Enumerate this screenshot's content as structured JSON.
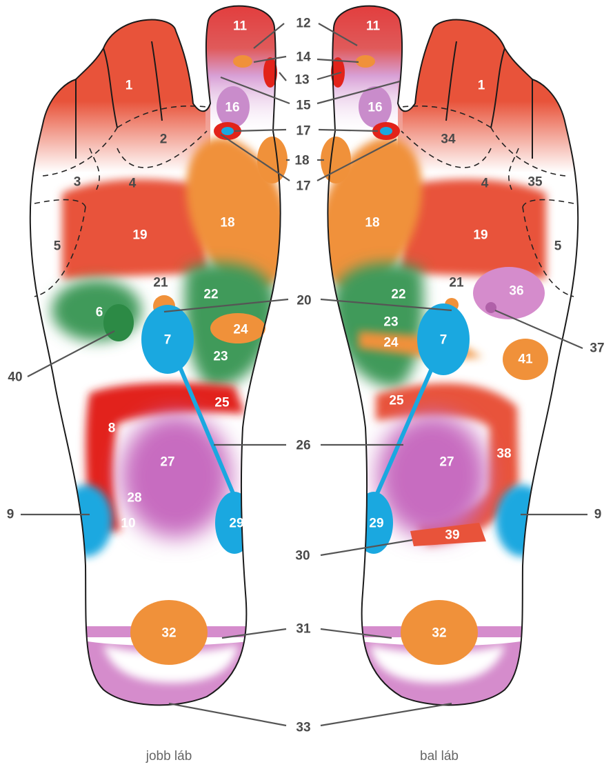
{
  "captions": {
    "right_foot": "jobb láb",
    "left_foot": "bal láb"
  },
  "colors": {
    "red": "#e8533a",
    "deep_red": "#e2231a",
    "orange": "#f0913a",
    "green": "#3f9a5a",
    "blue": "#1aa8e0",
    "pink": "#d58ccc",
    "outline": "#1a1a1a",
    "leader": "#555555"
  },
  "zones": {
    "z1": "1",
    "z2": "2",
    "z3": "3",
    "z4": "4",
    "z5": "5",
    "z6": "6",
    "z7": "7",
    "z8": "8",
    "z9": "9",
    "z10": "10",
    "z11": "11",
    "z12": "12",
    "z13": "13",
    "z14": "14",
    "z15": "15",
    "z16": "16",
    "z17": "17",
    "z18": "18",
    "z19": "19",
    "z20": "20",
    "z21": "21",
    "z22": "22",
    "z23": "23",
    "z24": "24",
    "z25": "25",
    "z26": "26",
    "z27": "27",
    "z28": "28",
    "z29": "29",
    "z30": "30",
    "z31": "31",
    "z32": "32",
    "z33": "33",
    "z34": "34",
    "z35": "35",
    "z36": "36",
    "z37": "37",
    "z38": "38",
    "z39": "39",
    "z40": "40",
    "z41": "41"
  }
}
